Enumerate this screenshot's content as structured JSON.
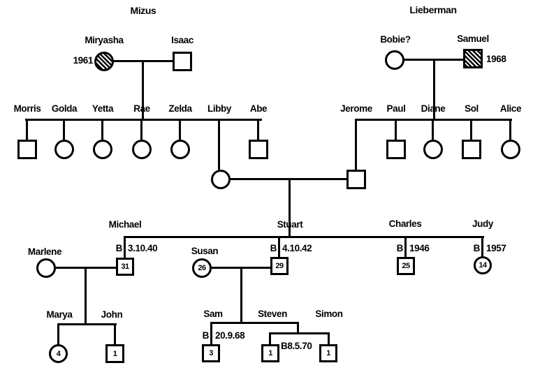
{
  "titles": {
    "mizus": "Mizus",
    "lieberman": "Lieberman"
  },
  "gen1": {
    "miryasha": {
      "name": "Miryasha",
      "year": "1961"
    },
    "isaac": {
      "name": "Isaac"
    },
    "bobie": {
      "name": "Bobie?"
    },
    "samuel": {
      "name": "Samuel",
      "year": "1968"
    }
  },
  "mizus_children": [
    {
      "name": "Morris"
    },
    {
      "name": "Golda"
    },
    {
      "name": "Yetta"
    },
    {
      "name": "Rae"
    },
    {
      "name": "Zelda"
    },
    {
      "name": "Libby"
    },
    {
      "name": "Abe"
    }
  ],
  "lieberman_children": [
    {
      "name": "Jerome"
    },
    {
      "name": "Paul"
    },
    {
      "name": "Diane"
    },
    {
      "name": "Sol"
    },
    {
      "name": "Alice"
    }
  ],
  "gen3": {
    "michael": {
      "name": "Michael",
      "born_prefix": "B",
      "born": "3.10.40",
      "age": "31"
    },
    "stuart": {
      "name": "Stuart",
      "born_prefix": "B",
      "born": "4.10.42",
      "age": "29"
    },
    "charles": {
      "name": "Charles",
      "born_prefix": "B",
      "born": "1946",
      "age": "25"
    },
    "judy": {
      "name": "Judy",
      "born_prefix": "B",
      "born": "1957",
      "age": "14"
    },
    "marlene": {
      "name": "Marlene"
    },
    "susan": {
      "name": "Susan",
      "age": "26"
    }
  },
  "gen4": {
    "marya": {
      "name": "Marya",
      "age": "4"
    },
    "john": {
      "name": "John",
      "age": "1"
    },
    "sam": {
      "name": "Sam",
      "born_prefix": "B",
      "born": "20.9.68",
      "age": "3"
    },
    "steven": {
      "name": "Steven",
      "age": "1"
    },
    "simon": {
      "name": "Simon",
      "age": "1"
    },
    "twins_born": "B8.5.70"
  }
}
